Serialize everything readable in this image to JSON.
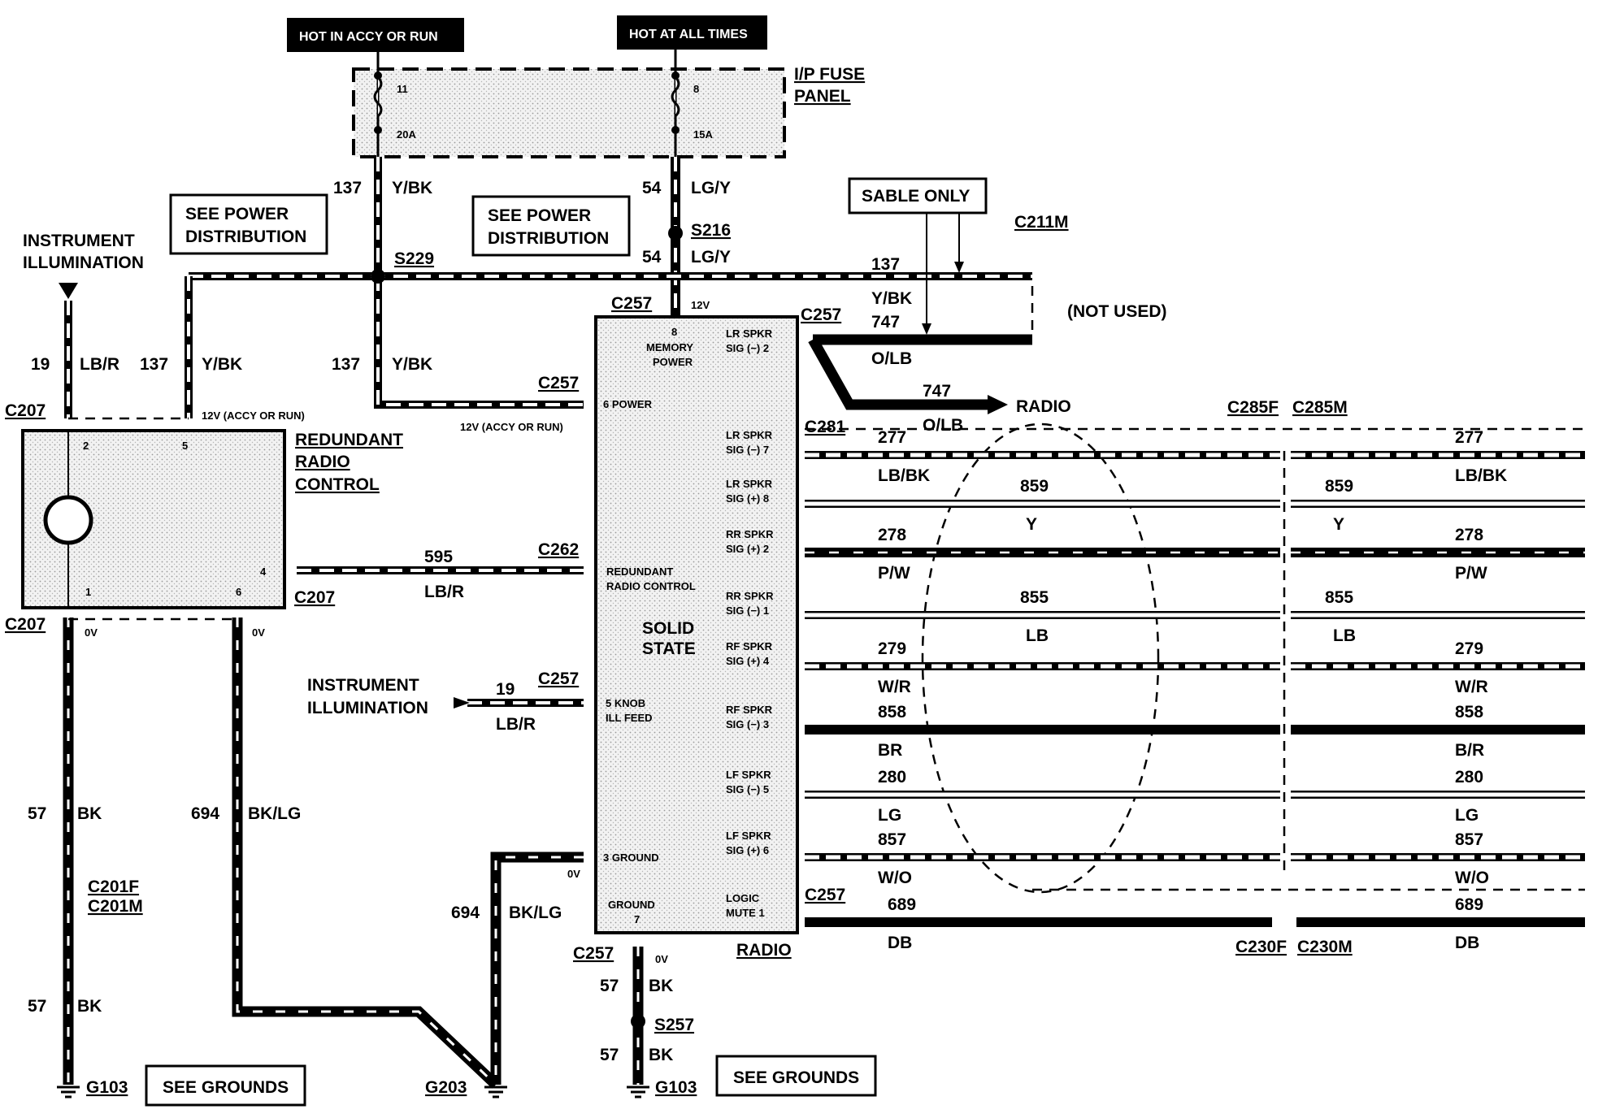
{
  "banners": {
    "hot_accy": "HOT IN ACCY OR RUN",
    "hot_all": "HOT AT ALL TIMES"
  },
  "fuse_panel": {
    "title1": "I/P FUSE",
    "title2": "PANEL",
    "fuse11": "11",
    "fuse11_amp": "20A",
    "fuse8": "8",
    "fuse8_amp": "15A"
  },
  "notes": {
    "see_power_a1": "SEE POWER",
    "see_power_a2": "DISTRIBUTION",
    "see_power_b1": "SEE POWER",
    "see_power_b2": "DISTRIBUTION",
    "sable_only": "SABLE ONLY",
    "not_used": "(NOT USED)",
    "see_grounds_a": "SEE GROUNDS",
    "see_grounds_b": "SEE GROUNDS",
    "instr_illum_a1": "INSTRUMENT",
    "instr_illum_a2": "ILLUMINATION",
    "instr_illum_b1": "INSTRUMENT",
    "instr_illum_b2": "ILLUMINATION",
    "radio_arrow": "RADIO"
  },
  "connectors": {
    "c211m": "C211M",
    "s229": "S229",
    "s216": "S216",
    "c257_top": "C257",
    "c257_right": "C257",
    "c257_left": "C257",
    "c207_top": "C207",
    "c207_bot": "C207",
    "c207_mid": "C207",
    "c262": "C262",
    "c257_illum": "C257",
    "c281": "C281",
    "c285f": "C285F",
    "c285m": "C285M",
    "c257_mute": "C257",
    "c230f": "C230F",
    "c230m": "C230M",
    "c257_gnd": "C257",
    "s257": "S257",
    "c201f": "C201F",
    "c201m": "C201M",
    "g103_a": "G103",
    "g203": "G203",
    "g103_b": "G103"
  },
  "wires": {
    "w137_a": "137",
    "w137_a_c": "Y/BK",
    "w54_a": "54",
    "w54_a_c": "LG/Y",
    "w54_b": "54",
    "w54_b_c": "LG/Y",
    "w137_b": "137",
    "w137_b_c": "Y/BK",
    "w747_a": "747",
    "w747_a_c": "O/LB",
    "w747_b": "747",
    "w747_b_c": "O/LB",
    "w19_a": "19",
    "w19_a_c": "LB/R",
    "w137_c": "137",
    "w137_c_c": "Y/BK",
    "w137_d": "137",
    "w137_d_c": "Y/BK",
    "w595": "595",
    "w595_c": "LB/R",
    "w19_b": "19",
    "w19_b_c": "LB/R",
    "w57_a": "57",
    "w57_a_c": "BK",
    "w694_a": "694",
    "w694_a_c": "BK/LG",
    "w57_b": "57",
    "w57_b_c": "BK",
    "w694_b": "694",
    "w694_b_c": "BK/LG",
    "w57_c": "57",
    "w57_c_c": "BK",
    "w57_d": "57",
    "w57_d_c": "BK",
    "v12": "12V",
    "v12_accy_a": "12V (ACCY OR RUN)",
    "v12_accy_b": "12V (ACCY OR RUN)",
    "v0_a": "0V",
    "v0_b": "0V",
    "v0_c": "0V",
    "v0_d": "0V"
  },
  "speaker_wires": [
    {
      "num_l": "277",
      "col_l": "LB/BK",
      "num_r": "277",
      "col_r": "LB/BK"
    },
    {
      "num_l": "859",
      "col_l": "Y",
      "num_r": "859",
      "col_r": "Y"
    },
    {
      "num_l": "278",
      "col_l": "P/W",
      "num_r": "278",
      "col_r": "P/W"
    },
    {
      "num_l": "855",
      "col_l": "LB",
      "num_r": "855",
      "col_r": "LB"
    },
    {
      "num_l": "279",
      "col_l": "W/R",
      "num_r": "279",
      "col_r": "W/R"
    },
    {
      "num_l": "858",
      "col_l": "BR",
      "num_r": "858",
      "col_r": "B/R"
    },
    {
      "num_l": "280",
      "col_l": "LG",
      "num_r": "280",
      "col_r": "LG"
    },
    {
      "num_l": "857",
      "col_l": "W/O",
      "num_r": "857",
      "col_r": "W/O"
    },
    {
      "num_l": "689",
      "col_l": "DB",
      "num_r": "689",
      "col_r": "DB"
    }
  ],
  "radio": {
    "label": "RADIO",
    "solid1": "SOLID",
    "solid2": "STATE",
    "p8_num": "8",
    "p8a": "MEMORY",
    "p8b": "POWER",
    "p6": "6  POWER",
    "prc1": "REDUNDANT",
    "prc2": "RADIO CONTROL",
    "p5a": "5 KNOB",
    "p5b": "ILL FEED",
    "p3": "3  GROUND",
    "p7a": "GROUND",
    "p7b": "7",
    "pins": [
      {
        "a": "LR SPKR",
        "b": "SIG (−) 2"
      },
      {
        "a": "LR SPKR",
        "b": "SIG (−) 7"
      },
      {
        "a": "LR SPKR",
        "b": "SIG (+) 8"
      },
      {
        "a": "RR SPKR",
        "b": "SIG (+) 2"
      },
      {
        "a": "RR SPKR",
        "b": "SIG (−) 1"
      },
      {
        "a": "RF SPKR",
        "b": "SIG (+) 4"
      },
      {
        "a": "RF SPKR",
        "b": "SIG (−) 3"
      },
      {
        "a": "LF SPKR",
        "b": "SIG (−) 5"
      },
      {
        "a": "LF SPKR",
        "b": "SIG (+) 6"
      },
      {
        "a": "LOGIC",
        "b": "MUTE  1"
      }
    ]
  },
  "rrc": {
    "t1": "REDUNDANT",
    "t2": "RADIO",
    "t3": "CONTROL",
    "p2": "2",
    "p5": "5",
    "p4": "4",
    "p1": "1",
    "p6": "6"
  }
}
